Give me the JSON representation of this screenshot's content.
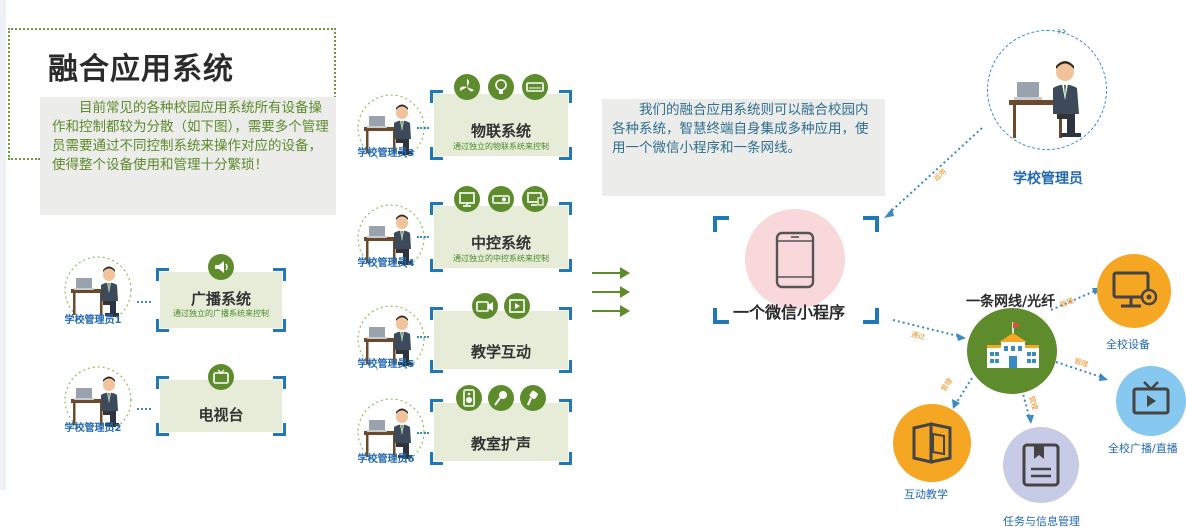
{
  "title": "融合应用系统",
  "left_description": "目前常见的各种校园应用系统所有设备操作和控制都较为分散（如下图），需要多个管理员需要通过不同控制系统来操作对应的设备，使得整个设备使用和管理十分繁琐！",
  "right_description": "我们的融合应用系统则可以融合校园内各种系统，智慧终端自身集成多种应用，使用一个微信小程序和一条网线。",
  "admins": [
    "学校管理员1",
    "学校管理员2",
    "学校管理员3",
    "学校管理员4",
    "学校管理员5",
    "学校管理员6"
  ],
  "systems": {
    "broadcast": {
      "name": "广播系统",
      "sub": "通过独立的广播系统来控制"
    },
    "tv": {
      "name": "电视台"
    },
    "iot": {
      "name": "物联系统",
      "sub": "通过独立的物联系统来控制"
    },
    "central": {
      "name": "中控系统",
      "sub": "通过独立的中控系统来控制"
    },
    "interactive": {
      "name": "教学互动"
    },
    "amplify": {
      "name": "教室扩声"
    }
  },
  "miniprogram_label": "一个微信小程序",
  "school_admin_label": "学校管理员",
  "network_label": "一条网线/光纤",
  "arrow_labels": {
    "use": "运用",
    "via": "通过",
    "manage1": "管理",
    "manage2": "管理",
    "manage3": "管理",
    "manage4": "管理"
  },
  "outputs": [
    "全校设备",
    "全校广播/直播",
    "互动教学",
    "任务与信息管理"
  ],
  "colors": {
    "green": "#5e8c2d",
    "blue": "#2369b0",
    "orange": "#f5a623",
    "lightblue": "#86c8ef",
    "purple": "#c8cbe6",
    "pink": "#f9d8dc"
  }
}
